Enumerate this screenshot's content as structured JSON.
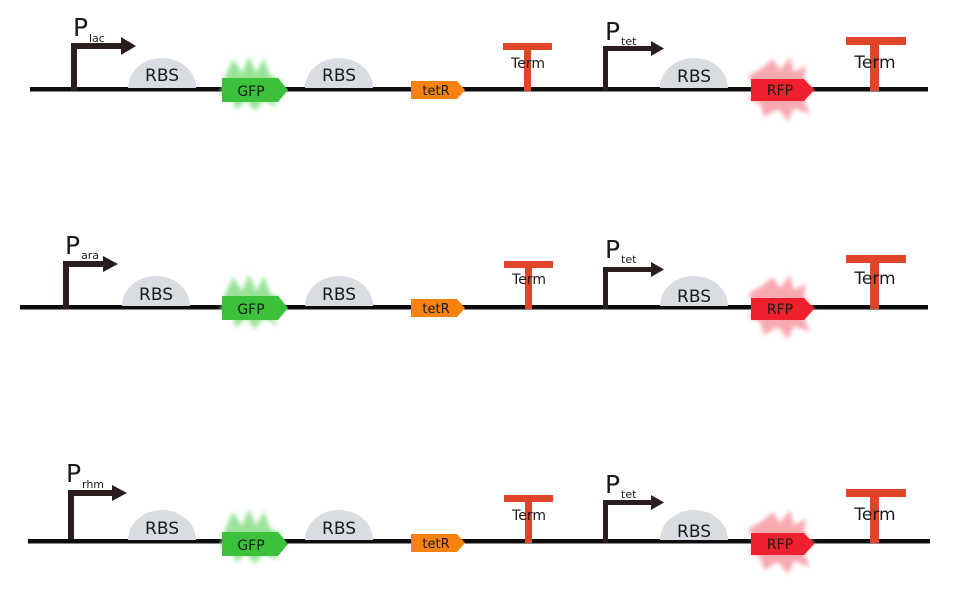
{
  "colors": {
    "backbone": "#0d0d0d",
    "promoter": "#2b1d1d",
    "rbs": "#d9dde2",
    "gfp": "#3cc13c",
    "gfp_glow": "#8fe08f",
    "tetr": "#f7820f",
    "terminator": "#e0452a",
    "rfp": "#f0202e",
    "rfp_glow": "#f7a0a8"
  },
  "labels": {
    "promoter_letter": "P",
    "rbs": "RBS",
    "gfp": "GFP",
    "tetr": "tetR",
    "term": "Term",
    "rfp": "RFP",
    "tet_sub": "tet"
  },
  "constructs": [
    {
      "inducer_sub": "lac"
    },
    {
      "inducer_sub": "ara"
    },
    {
      "inducer_sub": "rhm"
    }
  ]
}
